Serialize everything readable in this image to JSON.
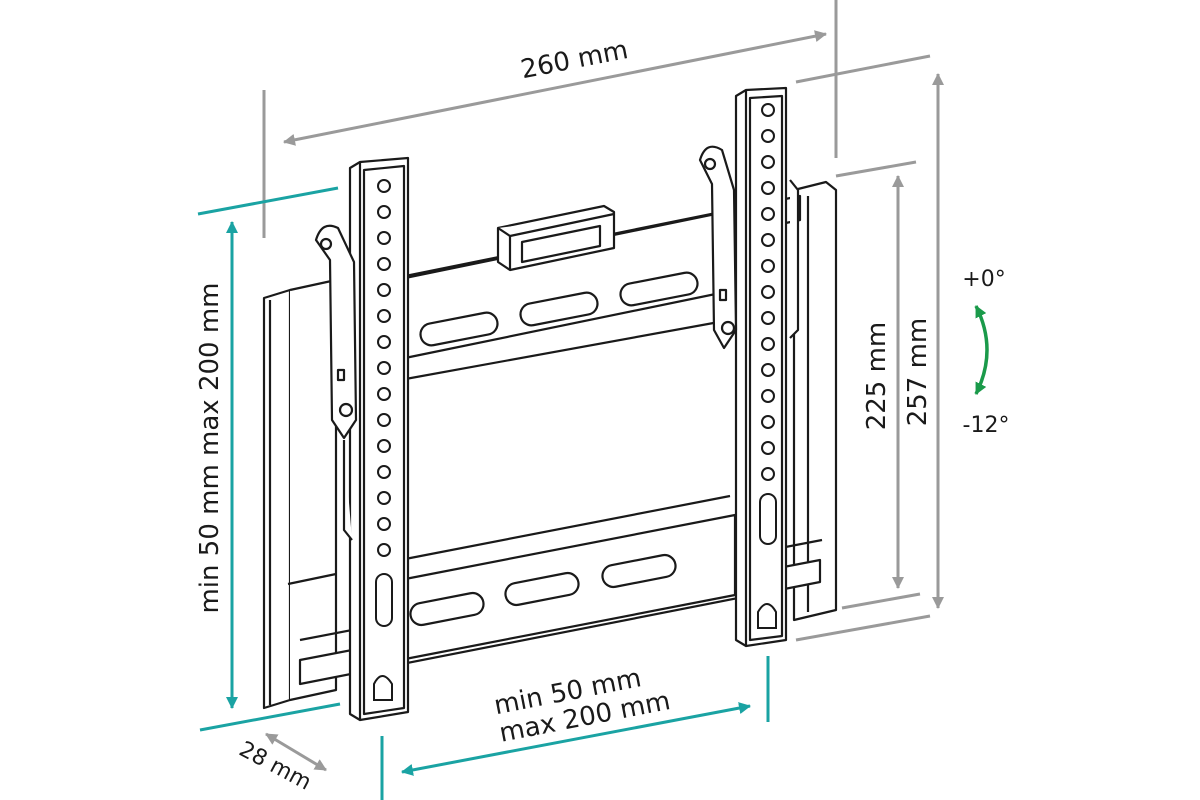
{
  "dimensions": {
    "top_width": "260 mm",
    "inner_height": "225 mm",
    "outer_height": "257 mm",
    "vesa_vertical": "min 50 mm max 200 mm",
    "vesa_horizontal_line1": "min 50 mm",
    "vesa_horizontal_line2": "max 200 mm",
    "depth": "28 mm"
  },
  "tilt": {
    "upper": "+0°",
    "lower": "-12°"
  },
  "colors": {
    "outline": "#1a1a1a",
    "gray_dimension": "#9a9a9a",
    "teal_dimension": "#1aa3a3",
    "tilt_arrow": "#1a9a4a"
  }
}
